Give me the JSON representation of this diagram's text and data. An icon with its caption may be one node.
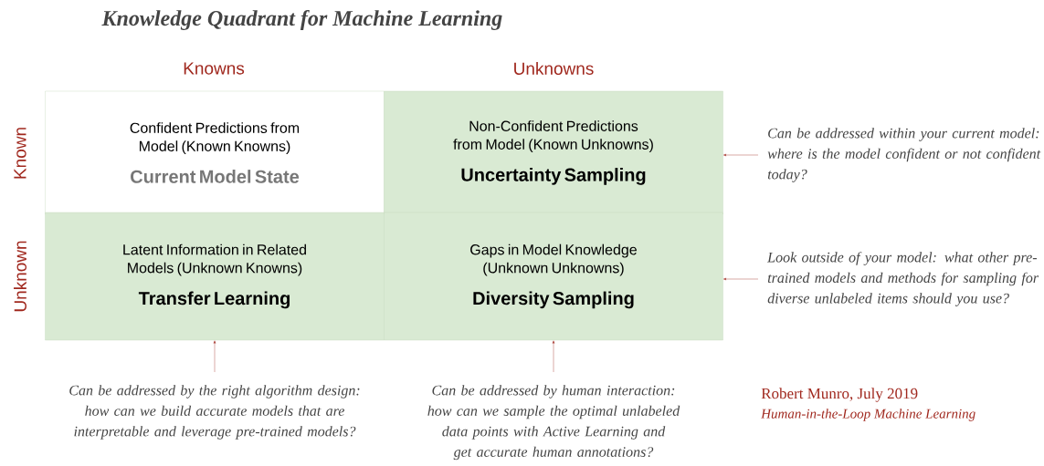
{
  "diagram": {
    "title": "Knowledge Quadrant for Machine Learning",
    "nodes": [
      {
        "text": [
          "Confident Predictions from Model (Known Knowns)",
          "Current Model State"
        ]
      },
      {
        "text": [
          "Non-Confident Predictions from Model (Known Unknowns)",
          "Uncertainty Sampling"
        ]
      },
      {
        "text": [
          "Latent Information in Related Models (Unknown Knowns)",
          "Transfer Learning"
        ]
      },
      {
        "text": [
          "Gaps in Model Knowledge (Unknown Unknowns)",
          "Diversity Sampling"
        ]
      },
      {
        "text": [
          "Can be addressed within your current model: where is the model confident or not confident today?"
        ]
      },
      {
        "text": [
          "Look outside of your model: what other pre-trained models and methods for sampling for diverse unlabeled items should you use?"
        ]
      },
      {
        "text": [
          "Can be addressed by the right algorithm design: how can we build accurate models that are interpretable and leverage pre-trained models?"
        ]
      },
      {
        "text": [
          "Can be addressed by human interaction: how can we sample the optimal unlabeled data points with Active Learning and get accurate human annotations?"
        ]
      }
    ],
    "edges": [
      {
        "from": 4,
        "to": 1,
        "arrow": "to"
      },
      {
        "from": 5,
        "to": 3,
        "arrow": "to"
      },
      {
        "from": 6,
        "to": 2,
        "arrow": "to"
      },
      {
        "from": 7,
        "to": 3,
        "arrow": "to"
      }
    ],
    "labels": [
      "Knowns",
      "Unknowns",
      "Known",
      "Unknown",
      "Robert Munro, July 2019",
      "Human-in-the-Loop Machine Learning"
    ]
  }
}
